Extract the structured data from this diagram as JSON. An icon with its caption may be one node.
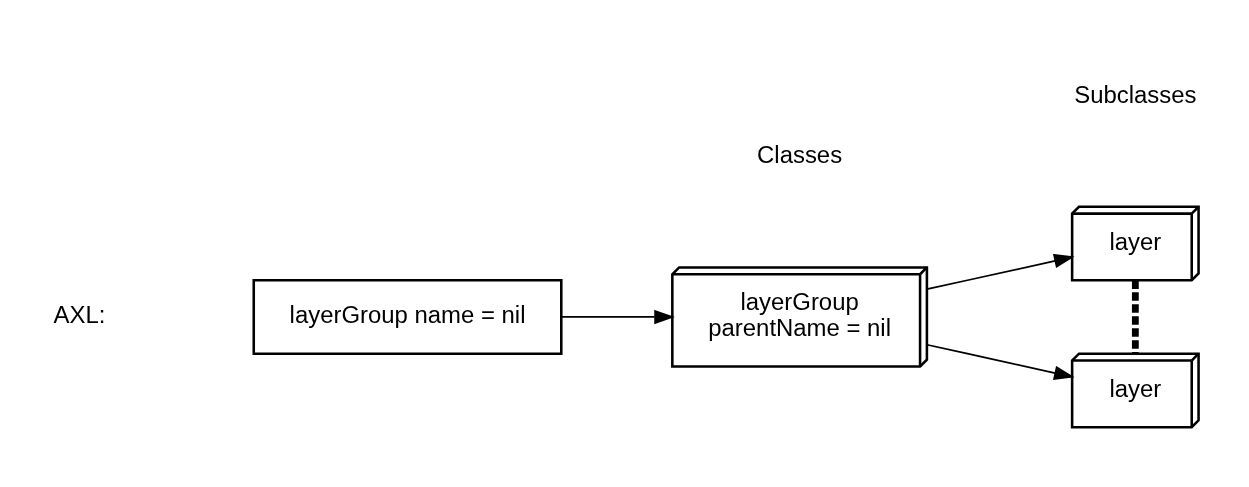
{
  "diagram": {
    "nodes": [
      {
        "text": [
          "layerGroup name = nil"
        ]
      },
      {
        "text": [
          "layerGroup",
          "parentName = nil"
        ]
      },
      {
        "text": [
          "layer"
        ]
      },
      {
        "text": [
          "layer"
        ]
      }
    ],
    "edges": [
      {
        "from": 0,
        "to": 1,
        "arrow": "to"
      },
      {
        "from": 1,
        "to": 2,
        "arrow": "to"
      },
      {
        "from": 2,
        "to": 3,
        "arrow": "none",
        "style": "dashed"
      },
      {
        "from": 1,
        "to": 3,
        "arrow": "to"
      }
    ],
    "labels": [
      "Classes",
      "Subclasses",
      "AXL:"
    ]
  }
}
